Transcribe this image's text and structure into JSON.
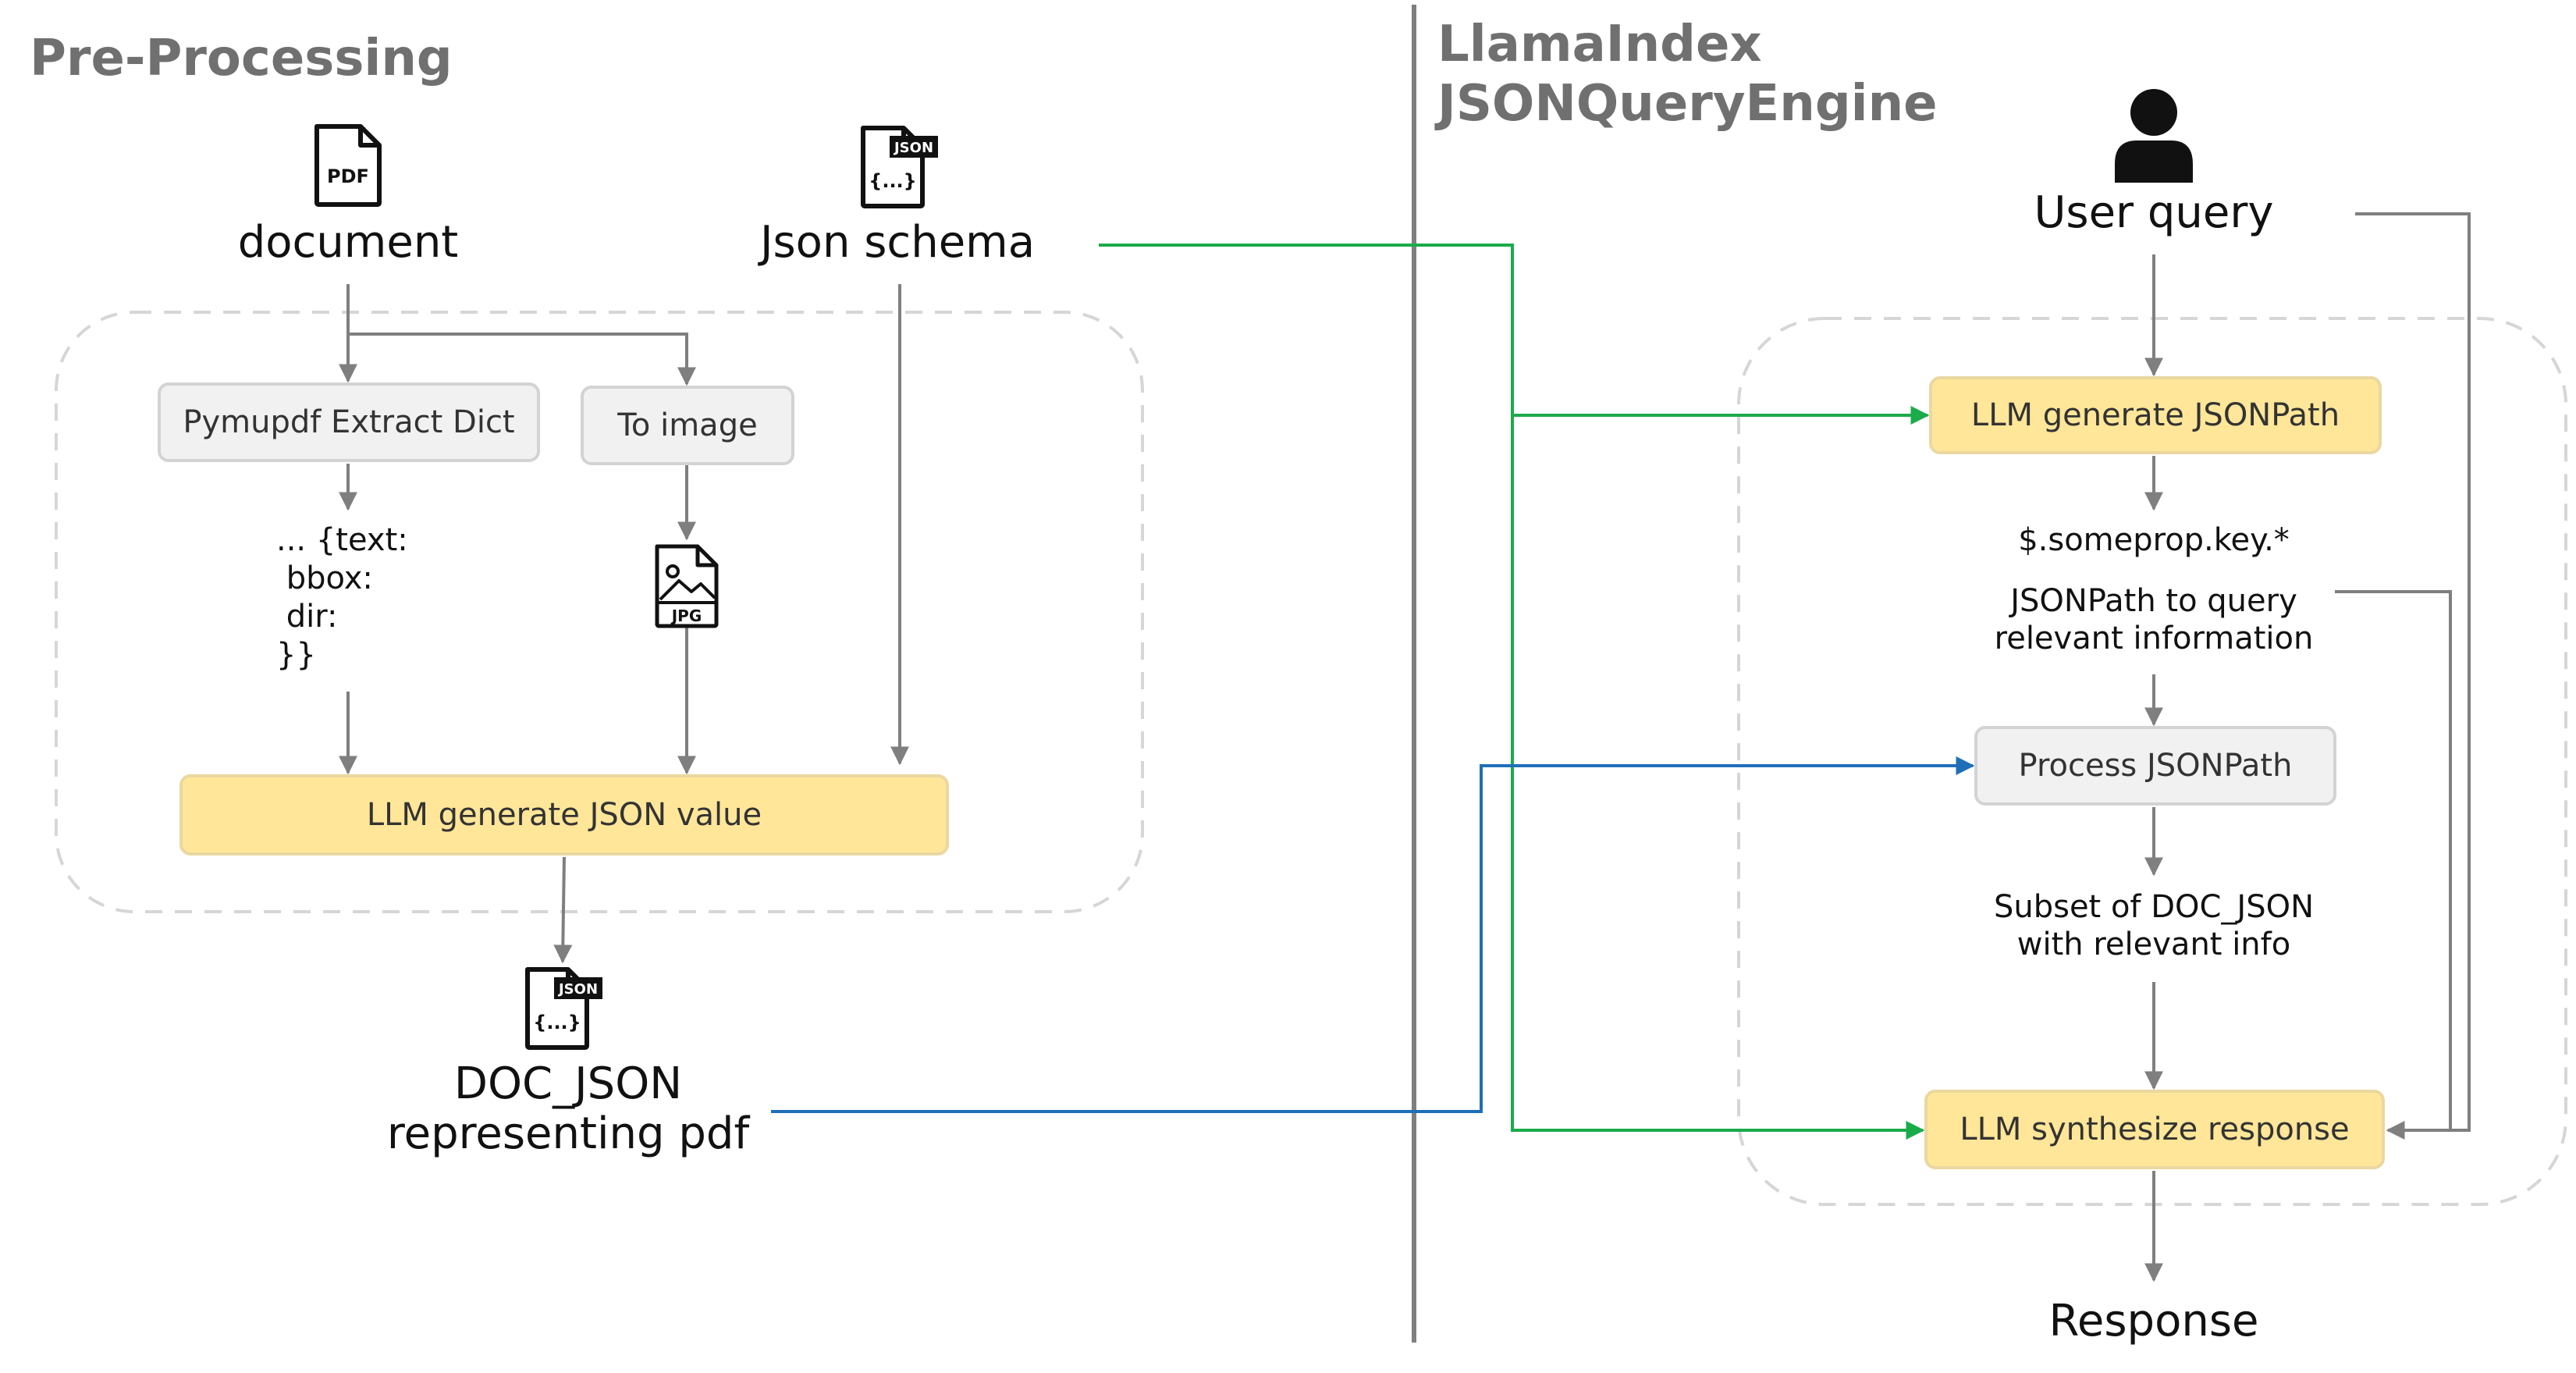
{
  "colors": {
    "arrow_grey": "#7f7f7f",
    "green": "#1aab4b",
    "blue": "#1f6fb8",
    "box_grey": "#f1f1f1",
    "box_yellow": "#ffe699",
    "title": "#707070"
  },
  "icons": {
    "pdf": {
      "name": "pdf-file-icon",
      "label": "PDF"
    },
    "json_schema": {
      "name": "json-file-icon",
      "badge": "JSON",
      "body": "{...}"
    },
    "jpg": {
      "name": "jpg-file-icon",
      "label": "JPG"
    },
    "doc_json": {
      "name": "json-file-icon",
      "badge": "JSON",
      "body": "{...}"
    },
    "user": {
      "name": "user-icon"
    }
  },
  "preprocessing": {
    "title": "Pre-Processing",
    "document_label": "document",
    "schema_label": "Json schema",
    "extract_box": "Pymupdf Extract Dict",
    "image_box": "To image",
    "extract_output": "... {text:\n bbox:\n dir:\n}}",
    "generate_box": "LLM generate JSON value",
    "output_line1": "DOC_JSON",
    "output_line2": "representing pdf"
  },
  "engine": {
    "title_line1": "LlamaIndex",
    "title_line2": "JSONQueryEngine",
    "user_query": "User query",
    "generate_path_box": "LLM generate JSONPath",
    "path_example": "$.someprop.key.*",
    "path_desc_line1": "JSONPath to query",
    "path_desc_line2": "relevant information",
    "process_box": "Process JSONPath",
    "subset_line1": "Subset of DOC_JSON",
    "subset_line2": "with relevant info",
    "synth_box": "LLM synthesize response",
    "response": "Response"
  }
}
